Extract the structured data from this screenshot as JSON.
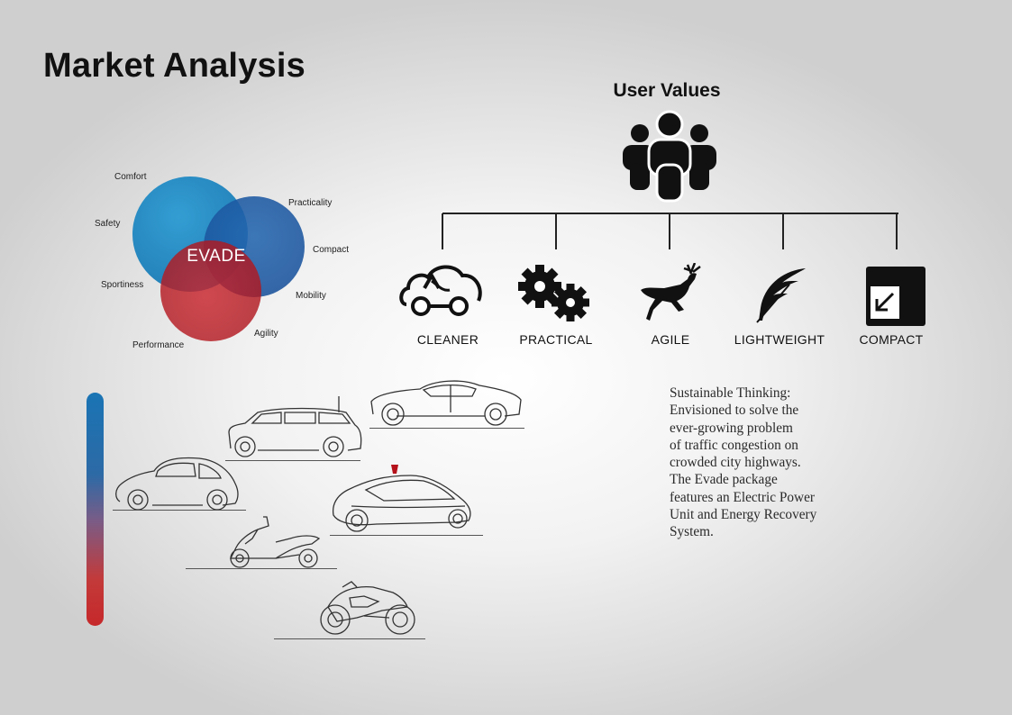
{
  "page": {
    "title": "Market Analysis"
  },
  "venn": {
    "center_label": "EVADE",
    "labels": [
      "Comfort",
      "Practicality",
      "Safety",
      "Compact",
      "Sportiness",
      "Mobility",
      "Agility",
      "Performance"
    ],
    "colors": {
      "blue_light": "#1a87c4",
      "blue_dark": "#1c5fa8",
      "red": "#c21e26"
    }
  },
  "user_values": {
    "title": "User Values",
    "icon": "users-group-icon",
    "items": [
      {
        "label": "CLEANER",
        "icon": "car-cloud-icon"
      },
      {
        "label": "PRACTICAL",
        "icon": "gears-icon"
      },
      {
        "label": "AGILE",
        "icon": "deer-icon"
      },
      {
        "label": "LIGHTWEIGHT",
        "icon": "feather-icon"
      },
      {
        "label": "COMPACT",
        "icon": "compact-arrow-icon"
      }
    ]
  },
  "vehicles": [
    {
      "name": "sports-coupe",
      "icon": "coupe-sketch"
    },
    {
      "name": "mini-hatchback",
      "icon": "mini-sketch"
    },
    {
      "name": "city-car",
      "icon": "city-car-sketch"
    },
    {
      "name": "evade-concept",
      "icon": "evade-pod-sketch"
    },
    {
      "name": "scooter",
      "icon": "scooter-sketch"
    },
    {
      "name": "sport-motorcycle",
      "icon": "motorcycle-sketch"
    }
  ],
  "description": {
    "lines": [
      "Sustainable Thinking:",
      "Envisioned to solve the",
      "ever-growing problem",
      "of traffic congestion on",
      "crowded city highways.",
      "The Evade package",
      "features an Electric Power",
      "Unit and Energy Recovery",
      "System."
    ]
  }
}
